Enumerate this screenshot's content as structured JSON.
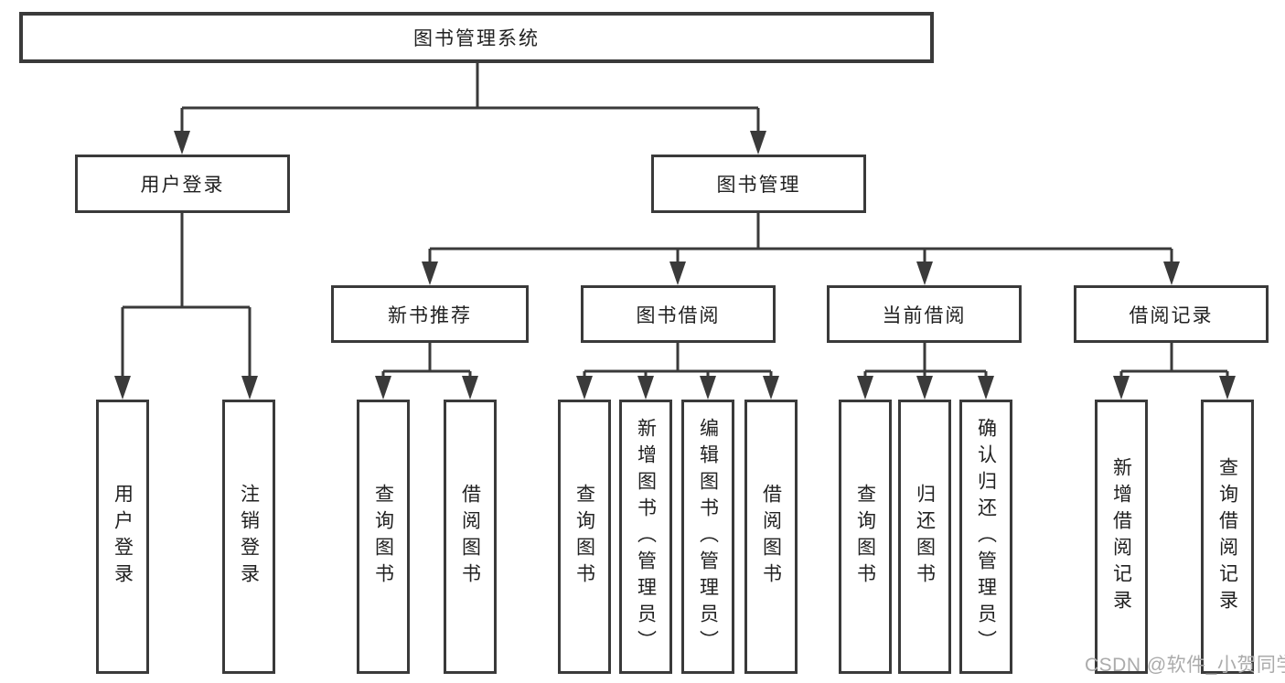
{
  "diagram_type": "hierarchy-tree",
  "colors": {
    "line": "#3a3a3a",
    "box_border": "#3a3a3a",
    "box_fill": "#ffffff",
    "text": "#212121",
    "watermark": "#ababab",
    "background": "#ffffff"
  },
  "watermark": {
    "text": "CSDN @软件_小贺同学"
  },
  "tree": {
    "root": {
      "label": "图书管理系统",
      "children": [
        {
          "label": "用户登录",
          "children": [
            {
              "label": "用户登录"
            },
            {
              "label": "注销登录"
            }
          ]
        },
        {
          "label": "图书管理",
          "children": [
            {
              "label": "新书推荐",
              "children": [
                {
                  "label": "查询图书"
                },
                {
                  "label": "借阅图书"
                }
              ]
            },
            {
              "label": "图书借阅",
              "children": [
                {
                  "label": "查询图书"
                },
                {
                  "label": "新增图书（管理员）"
                },
                {
                  "label": "编辑图书（管理员）"
                },
                {
                  "label": "借阅图书"
                }
              ]
            },
            {
              "label": "当前借阅",
              "children": [
                {
                  "label": "查询图书"
                },
                {
                  "label": "归还图书"
                },
                {
                  "label": "确认归还（管理员）"
                }
              ]
            },
            {
              "label": "借阅记录",
              "children": [
                {
                  "label": "新增借阅记录"
                },
                {
                  "label": "查询借阅记录"
                }
              ]
            }
          ]
        }
      ]
    }
  }
}
